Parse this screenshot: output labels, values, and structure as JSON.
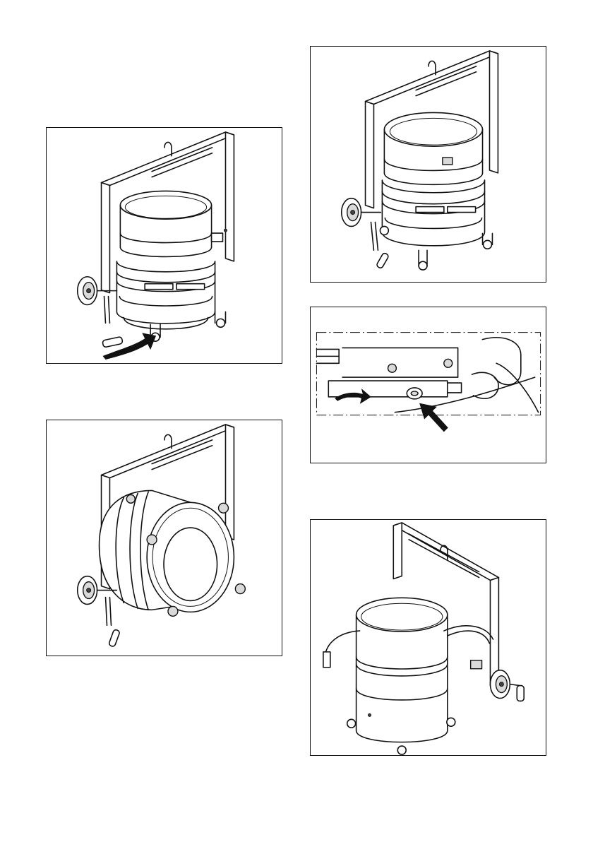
{
  "figures": [
    {
      "id": "fig-crank-tilt",
      "caption": ""
    },
    {
      "id": "fig-lamp-tilted-front",
      "caption": ""
    },
    {
      "id": "fig-lamp-upright",
      "caption": ""
    },
    {
      "id": "fig-detail-knob",
      "caption": ""
    },
    {
      "id": "fig-lamp-ring-open",
      "caption": ""
    }
  ],
  "icons": [
    "curved-arrow-icon",
    "straight-arrow-icon"
  ],
  "colors": {
    "ink": "#111111",
    "paper": "#ffffff"
  }
}
